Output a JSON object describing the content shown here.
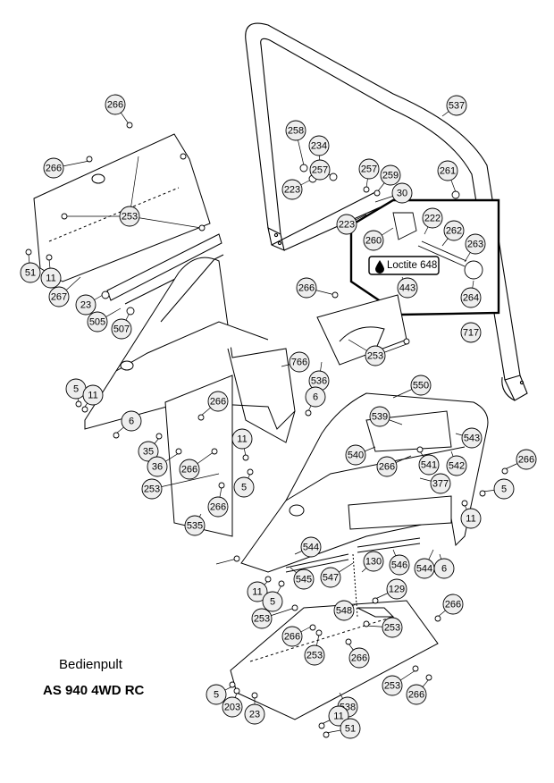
{
  "caption": {
    "title": "Bedienpult",
    "model": "AS 940 4WD RC"
  },
  "callout_box": {
    "label": "Loctite 648"
  },
  "colors": {
    "line": "#000000",
    "part_fill": "#ffffff",
    "balloon_fill": "#eeeeee"
  },
  "callouts": [
    "537",
    "266",
    "266",
    "253",
    "51",
    "11",
    "267",
    "23",
    "505",
    "507",
    "258",
    "234",
    "257",
    "223",
    "257",
    "259",
    "30",
    "223",
    "261",
    "222",
    "260",
    "262",
    "263",
    "443",
    "264",
    "717",
    "266",
    "536",
    "253",
    "766",
    "5",
    "11",
    "6",
    "266",
    "35",
    "36",
    "266",
    "11",
    "5",
    "253",
    "266",
    "535",
    "6",
    "550",
    "539",
    "540",
    "266",
    "541",
    "542",
    "543",
    "377",
    "266",
    "5",
    "11",
    "544",
    "545",
    "547",
    "130",
    "546",
    "544",
    "6",
    "11",
    "5",
    "129",
    "548",
    "266",
    "253",
    "266",
    "253",
    "253",
    "266",
    "5",
    "203",
    "23",
    "538",
    "11",
    "51",
    "253",
    "266"
  ]
}
